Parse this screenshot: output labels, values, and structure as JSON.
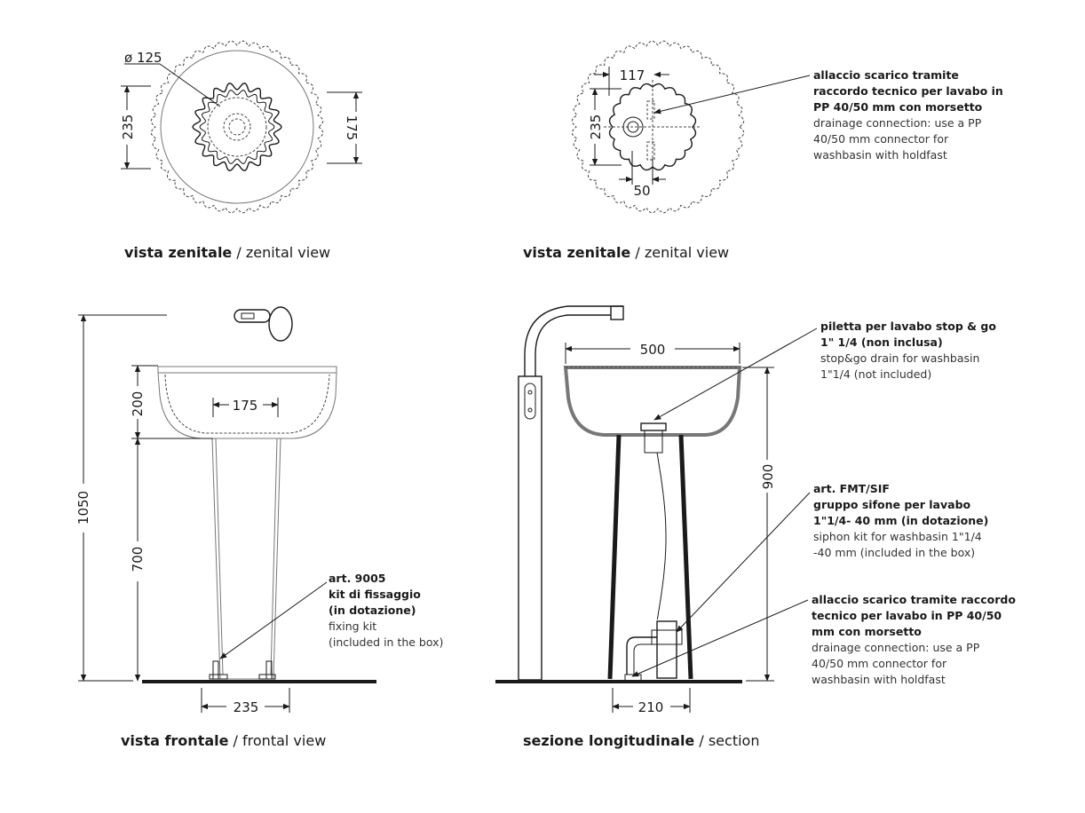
{
  "views": {
    "top_left": {
      "caption_bold": "vista zenitale",
      "caption_normal": " / zenital view",
      "dim_diameter": "ø 125",
      "dim_left": "235",
      "dim_right": "175"
    },
    "top_right": {
      "caption_bold": "vista zenitale",
      "caption_normal": " / zenital view",
      "dim_top": "117",
      "dim_left": "235",
      "dim_bottom": "50",
      "note": {
        "line1": "allaccio scarico tramite",
        "line2": "raccordo tecnico per lavabo in",
        "line3": "PP 40/50 mm con morsetto",
        "line4": "drainage connection: use a PP",
        "line5": "40/50 mm connector for",
        "line6": "washbasin with holdfast"
      }
    },
    "front": {
      "caption_bold": "vista frontale",
      "caption_normal": " / frontal view",
      "dim_total": "1050",
      "dim_basin": "200",
      "dim_pedestal": "700",
      "dim_inner": "175",
      "dim_base": "235",
      "note": {
        "line1": "art. 9005",
        "line2": "kit di fissaggio",
        "line3": "(in dotazione)",
        "line4": "fixing kit",
        "line5": "(included in the box)"
      }
    },
    "section": {
      "caption_bold": "sezione longitudinale",
      "caption_normal": " / section",
      "dim_width": "500",
      "dim_height": "900",
      "dim_base": "210",
      "note1": {
        "line1": "piletta per lavabo stop & go",
        "line2": "1\" 1/4 (non inclusa)",
        "line3": "stop&go drain for washbasin",
        "line4": "1\"1/4 (not included)"
      },
      "note2": {
        "line1": "art. FMT/SIF",
        "line2": "gruppo sifone per lavabo",
        "line3": "1\"1/4- 40 mm (in dotazione)",
        "line4": "siphon kit for washbasin 1\"1/4",
        "line5": "-40 mm (included in the box)"
      },
      "note3": {
        "line1": "allaccio scarico tramite raccordo",
        "line2": "tecnico per lavabo in PP 40/50",
        "line3": "mm con morsetto",
        "line4": "drainage connection: use a PP",
        "line5": "40/50 mm connector for",
        "line6": "washbasin with holdfast"
      }
    }
  }
}
